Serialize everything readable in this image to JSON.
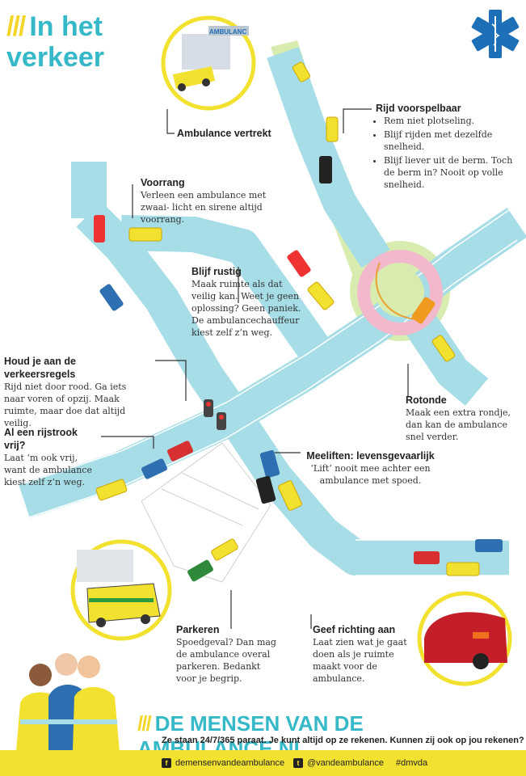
{
  "title": {
    "slashes": "///",
    "line1": "In het",
    "line2": "verkeer"
  },
  "sections": {
    "vertrekt": {
      "heading": "Ambulance vertrekt"
    },
    "voorspelbaar": {
      "heading": "Rijd voorspelbaar",
      "bullets": [
        "Rem niet plotseling.",
        "Blijf rijden met dezelfde snelheid.",
        "Blijf liever uit de berm. Toch de berm in? Nooit op volle snelheid."
      ]
    },
    "voorrang": {
      "heading": "Voorrang",
      "text": "Verleen een ambulance met zwaai- licht en sirene altijd voorrang."
    },
    "rustig": {
      "heading": "Blijf rustig",
      "text": "Maak ruimte als dat veilig kan. Weet je geen oplossing? Geen paniek. De ambulancechauffeur kiest zelf z’n weg."
    },
    "regels": {
      "heading": "Houd je aan de verkeersregels",
      "text": "Rijd niet door rood. Ga iets naar voren of opzij. Maak ruimte, maar doe dat altijd veilig."
    },
    "rijstrook": {
      "heading": "Al een rijstrook vrij?",
      "text": "Laat ‘m ook vrij, want de ambulance kiest zelf z’n weg."
    },
    "rotonde": {
      "heading": "Rotonde",
      "text": "Maak een extra rondje, dan kan de ambulance snel verder."
    },
    "meeliften": {
      "heading": "Meeliften: levensgevaarlijk",
      "text": "‘Lift’ nooit mee achter een ambulance met spoed."
    },
    "parkeren": {
      "heading": "Parkeren",
      "text": "Spoedgeval? Dan mag de ambulance overal parkeren. Bedankt voor je begrip."
    },
    "richting": {
      "heading": "Geef richting aan",
      "text": "Laat zien wat je gaat doen als je ruimte maakt voor de ambulance."
    }
  },
  "illustration": {
    "building_sign": "AMBULANC"
  },
  "brand": {
    "slashes": "///",
    "name": "DE MENSEN VAN DE AMBULANCE.NL",
    "tagline": "Ze staan 24/7/365 paraat. Je kunt altijd op ze rekenen. Kunnen zij ook op jou rekenen?"
  },
  "footer": {
    "facebook": "demensenvandeambulance",
    "twitter": "@vandeambulance",
    "hashtag": "#dmvda"
  },
  "colors": {
    "road": "#a6dde6",
    "accent": "#35b8c8",
    "yellow": "#f2e12e",
    "grass": "#d8ecb0",
    "star_of_life": "#1d6fb8"
  }
}
